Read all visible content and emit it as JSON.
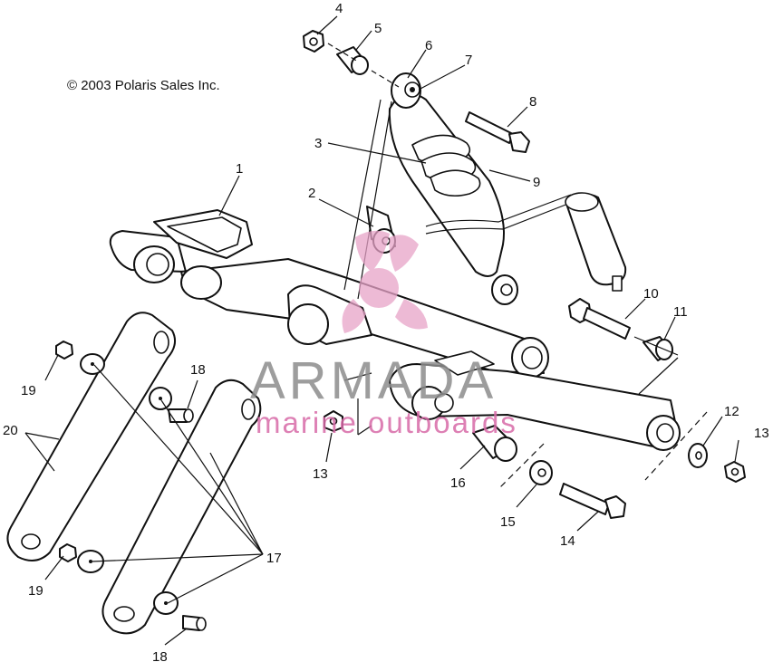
{
  "copyright": "© 2003 Polaris Sales Inc.",
  "watermark": {
    "brand": "ARMADA",
    "tagline": "marine outboards",
    "logo_color": "#e8a3c8",
    "text_color": "#8d8d8d"
  },
  "callouts": {
    "c1": "1",
    "c2": "2",
    "c3": "3",
    "c4": "4",
    "c5": "5",
    "c6": "6",
    "c7": "7",
    "c8": "8",
    "c9": "9",
    "c10": "10",
    "c11": "11",
    "c12": "12",
    "c13a": "13",
    "c13b": "13",
    "c14": "14",
    "c15": "15",
    "c16": "16",
    "c17": "17",
    "c18a": "18",
    "c18b": "18",
    "c19a": "19",
    "c19b": "19",
    "c20": "20"
  }
}
